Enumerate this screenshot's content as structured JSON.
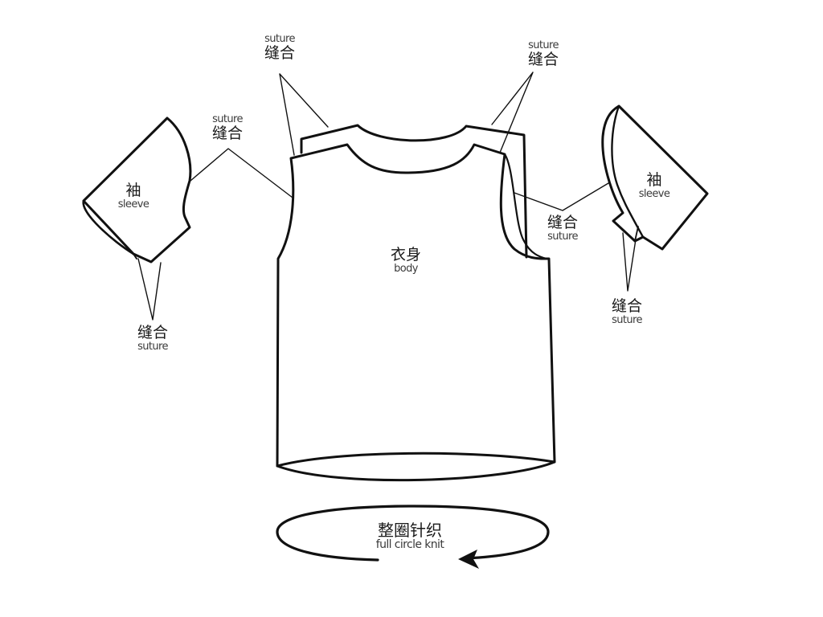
{
  "diagram": {
    "type": "garment-construction",
    "parts": {
      "body": {
        "zh": "衣身",
        "en": "body"
      },
      "left_sleeve": {
        "zh": "袖",
        "en": "sleeve"
      },
      "right_sleeve": {
        "zh": "袖",
        "en": "sleeve"
      }
    },
    "suture_labels": [
      {
        "id": "top-left",
        "en": "suture",
        "zh": "缝合"
      },
      {
        "id": "top-right",
        "en": "suture",
        "zh": "缝合"
      },
      {
        "id": "left-shoulder",
        "en": "suture",
        "zh": "缝合"
      },
      {
        "id": "right-shoulder",
        "zh": "缝合",
        "en": "suture"
      },
      {
        "id": "left-cuff",
        "zh": "缝合",
        "en": "suture"
      },
      {
        "id": "right-cuff",
        "zh": "缝合",
        "en": "suture"
      }
    ],
    "knit_direction": {
      "zh": "整圈针织",
      "en": "full circle knit",
      "arrow": "counter-clockwise-arrow"
    },
    "colors": {
      "line": "#111111",
      "background": "#ffffff",
      "text": "#222222"
    }
  }
}
